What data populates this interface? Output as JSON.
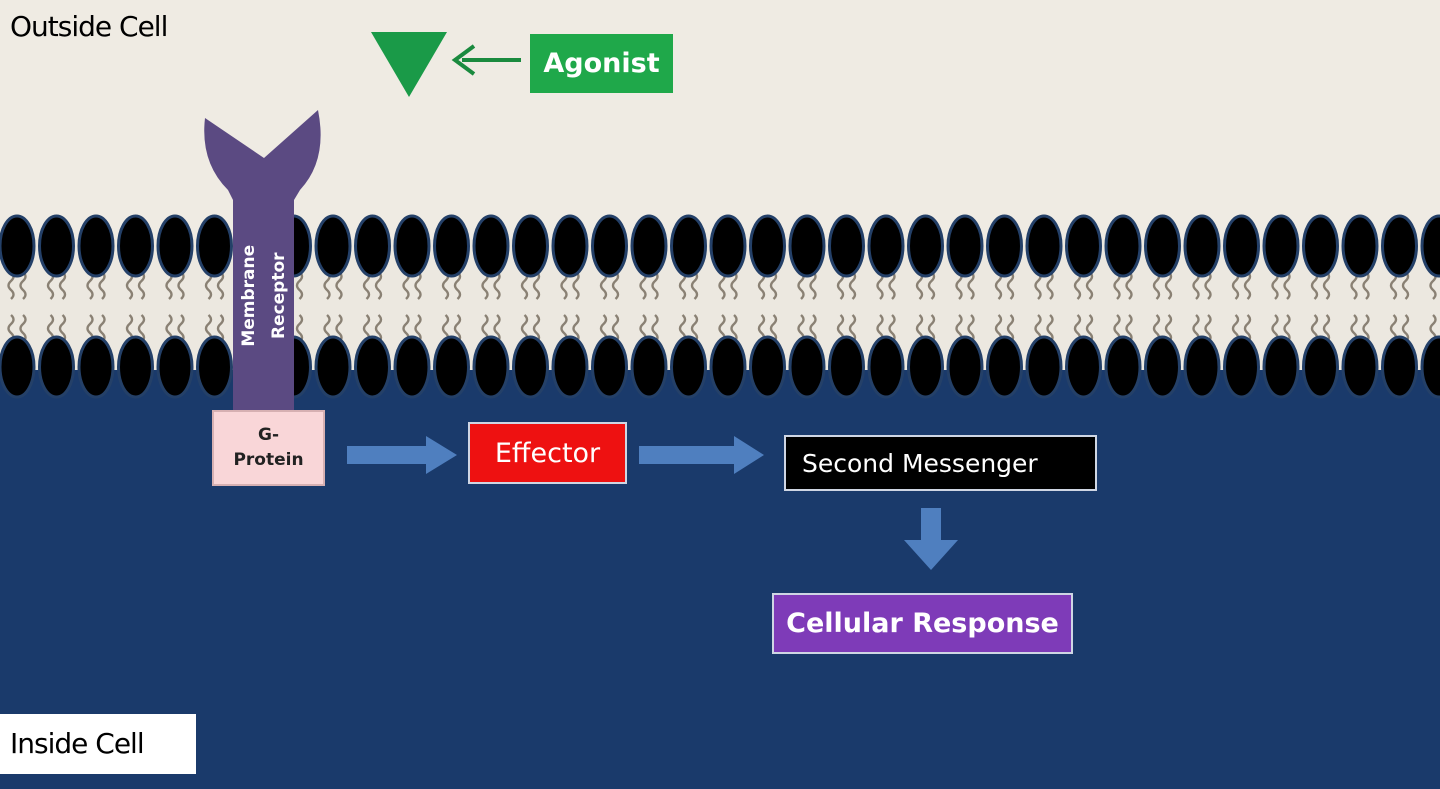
{
  "colors": {
    "outside": "#efebe3",
    "inside": "#1a3a6b",
    "lipid_head": "#000000",
    "lipid_head_rim": "#244068",
    "receptor": "#5b4a82",
    "agonist": "#1fa84a",
    "flow_arrow": "#4f7fbf",
    "effector": "#ee1111",
    "second_messenger": "#000000",
    "cellular_response": "#7e3bb8",
    "g_protein": "#f9d6d8"
  },
  "labels": {
    "outside_cell": "Outside Cell",
    "inside_cell": "Inside Cell",
    "agonist": "Agonist",
    "membrane_receptor": "Membrane\nReceptor",
    "g_protein": "G-\nProtein",
    "effector": "Effector",
    "second_messenger": "Second Messenger",
    "cellular_response": "Cellular Response"
  },
  "icons": {
    "agonist_shape": "green-down-triangle",
    "agonist_pointer": "arrow-left-icon",
    "flow": "arrow-right-icon",
    "flow_down": "arrow-down-icon"
  }
}
